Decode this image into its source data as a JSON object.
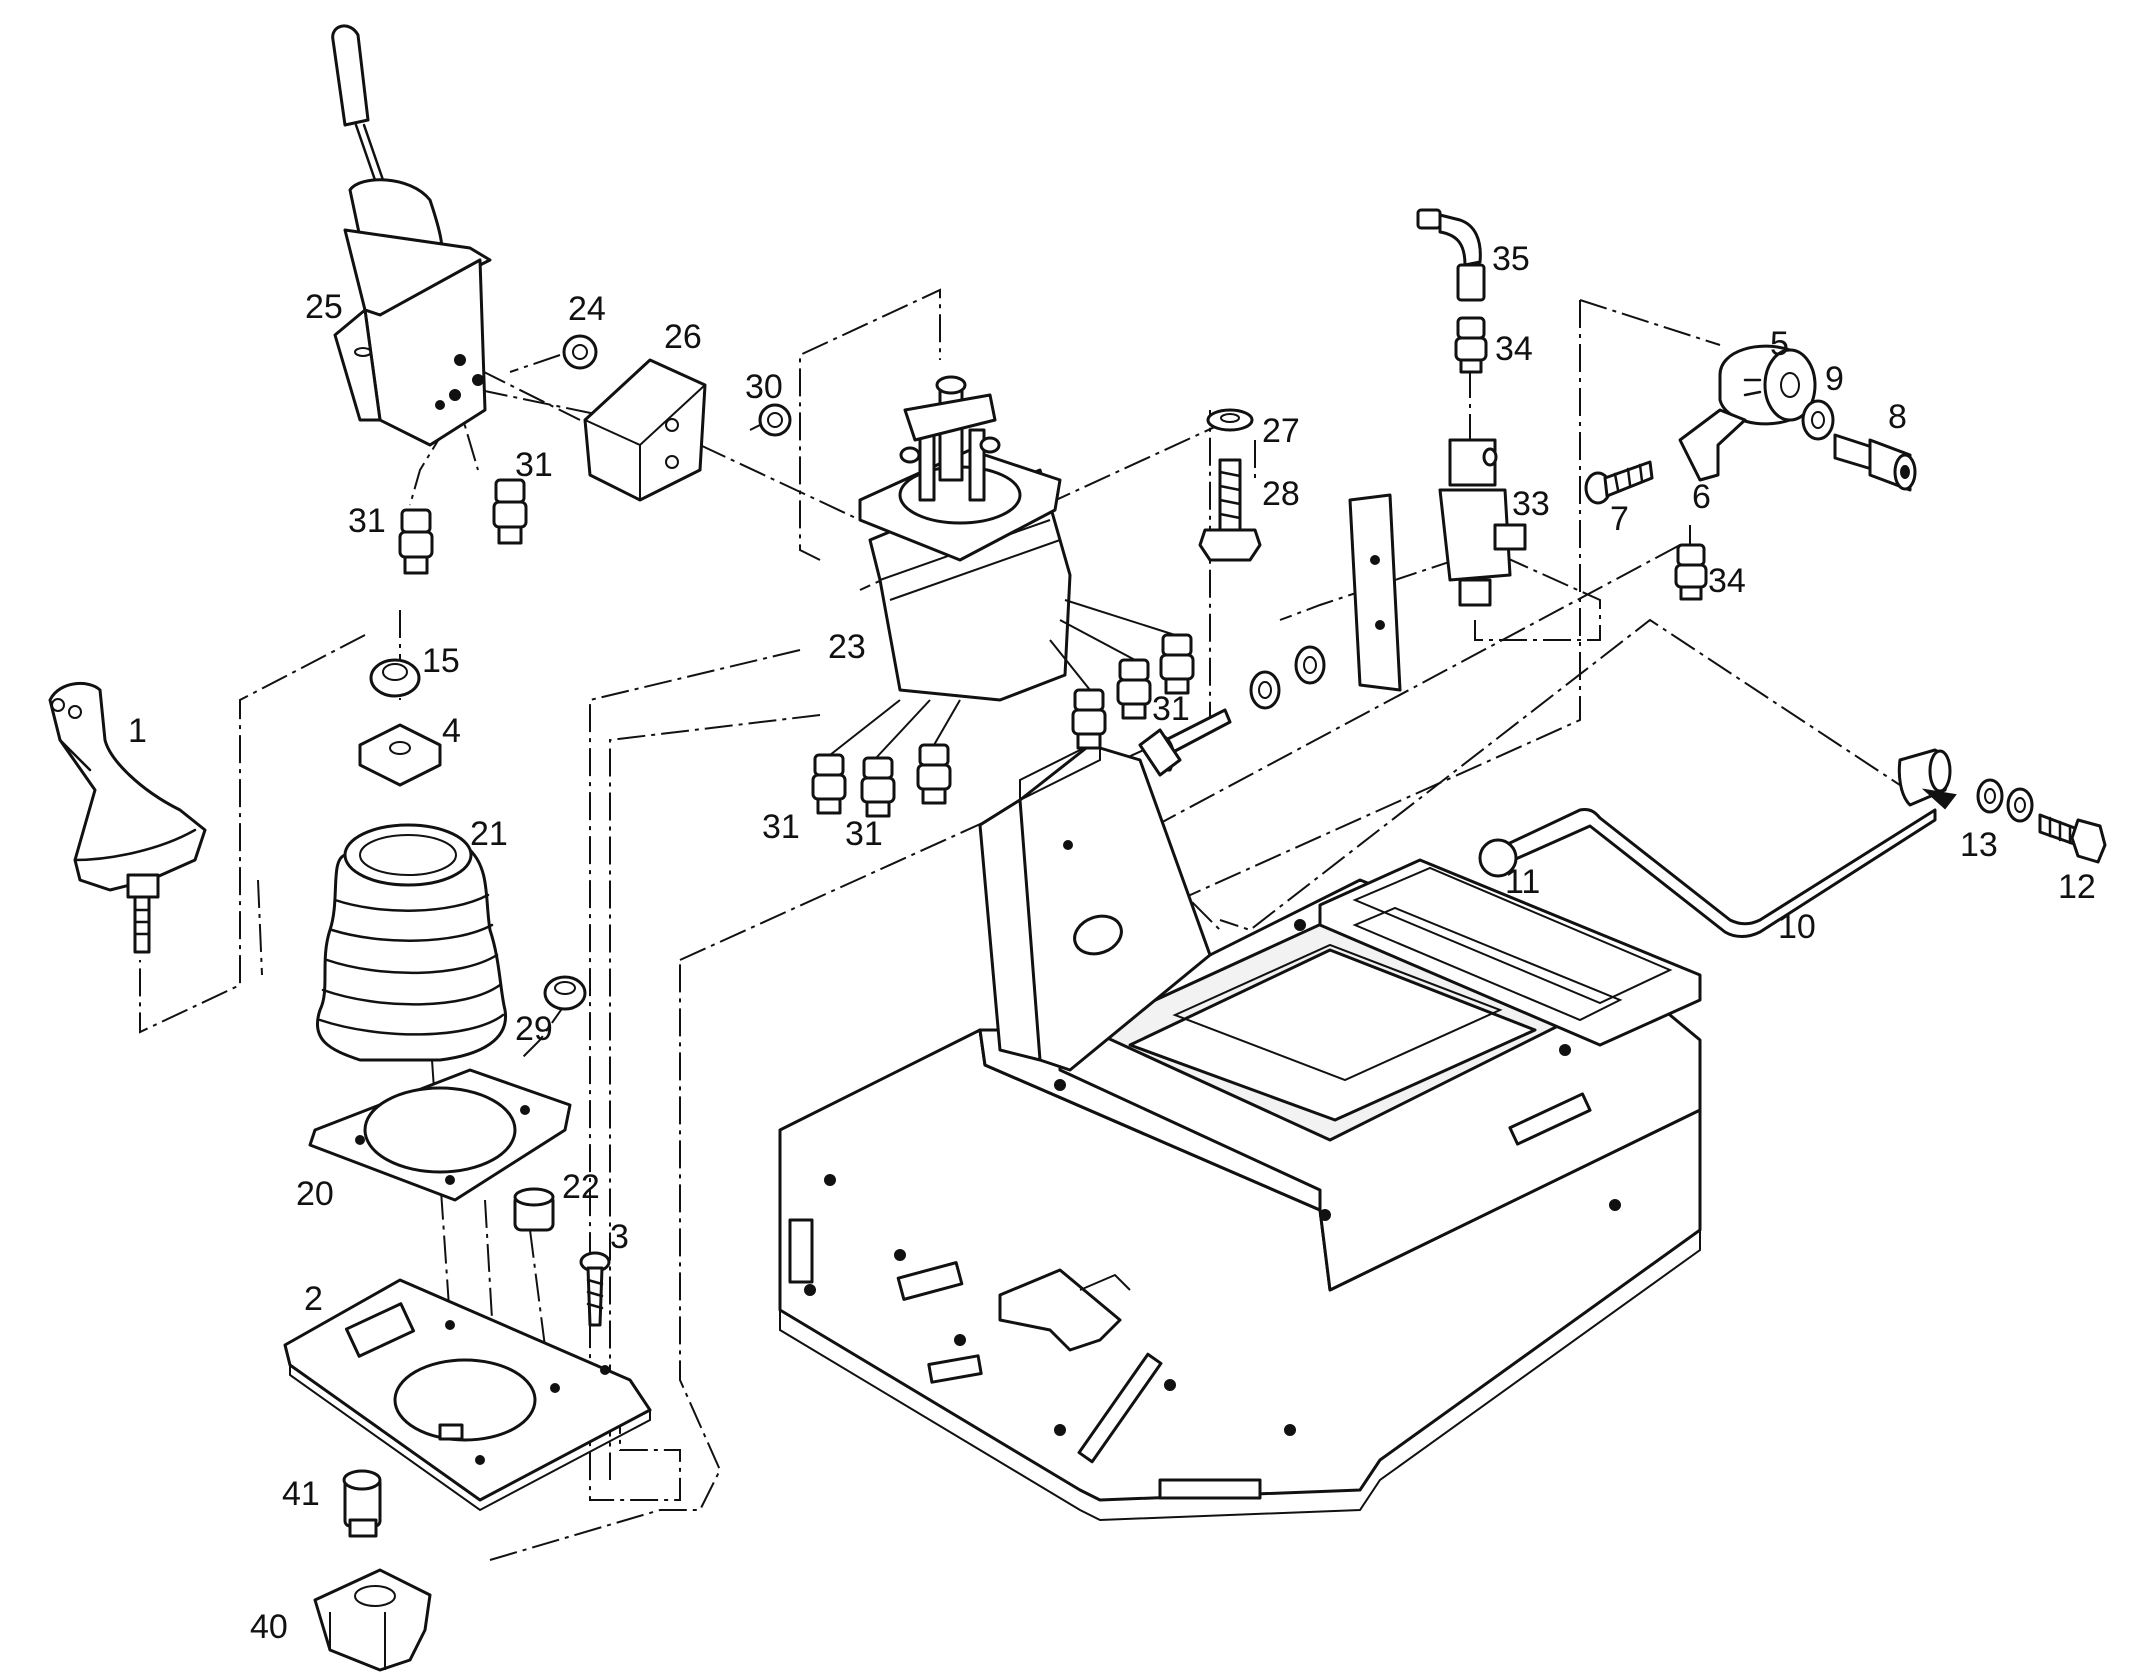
{
  "figure": {
    "callouts": [
      {
        "id": "c1",
        "text": "1"
      },
      {
        "id": "c2",
        "text": "2"
      },
      {
        "id": "c3",
        "text": "3"
      },
      {
        "id": "c4",
        "text": "4"
      },
      {
        "id": "c5",
        "text": "5"
      },
      {
        "id": "c6",
        "text": "6"
      },
      {
        "id": "c7",
        "text": "7"
      },
      {
        "id": "c8",
        "text": "8"
      },
      {
        "id": "c9",
        "text": "9"
      },
      {
        "id": "c10",
        "text": "10"
      },
      {
        "id": "c11",
        "text": "11"
      },
      {
        "id": "c12",
        "text": "12"
      },
      {
        "id": "c13",
        "text": "13"
      },
      {
        "id": "c15",
        "text": "15"
      },
      {
        "id": "c20",
        "text": "20"
      },
      {
        "id": "c21",
        "text": "21"
      },
      {
        "id": "c22",
        "text": "22"
      },
      {
        "id": "c23",
        "text": "23"
      },
      {
        "id": "c24",
        "text": "24"
      },
      {
        "id": "c25",
        "text": "25"
      },
      {
        "id": "c26",
        "text": "26"
      },
      {
        "id": "c27",
        "text": "27"
      },
      {
        "id": "c28",
        "text": "28"
      },
      {
        "id": "c29",
        "text": "29"
      },
      {
        "id": "c30",
        "text": "30"
      },
      {
        "id": "c31a",
        "text": "31"
      },
      {
        "id": "c31b",
        "text": "31"
      },
      {
        "id": "c31c",
        "text": "31"
      },
      {
        "id": "c31d",
        "text": "31"
      },
      {
        "id": "c31e",
        "text": "31"
      },
      {
        "id": "c33",
        "text": "33"
      },
      {
        "id": "c34a",
        "text": "34"
      },
      {
        "id": "c34b",
        "text": "34"
      },
      {
        "id": "c35",
        "text": "35"
      },
      {
        "id": "c40",
        "text": "40"
      },
      {
        "id": "c41",
        "text": "41"
      }
    ]
  }
}
